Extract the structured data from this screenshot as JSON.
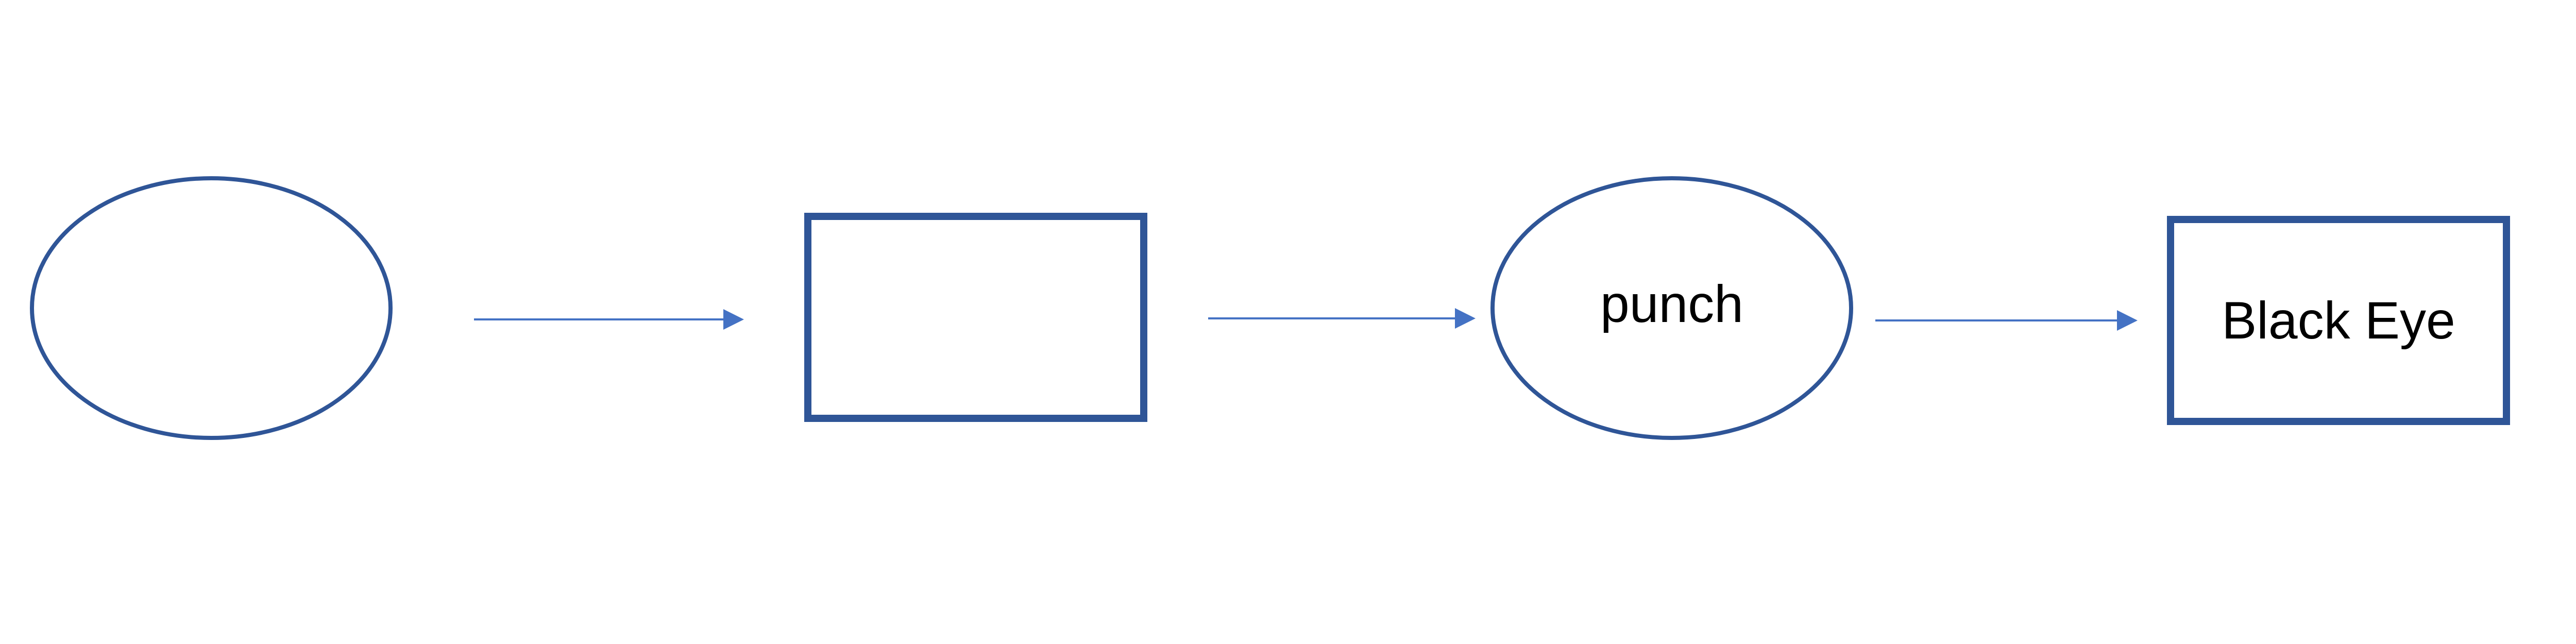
{
  "diagram": {
    "nodes": [
      {
        "id": "node-1",
        "shape": "ellipse",
        "label": ""
      },
      {
        "id": "node-2",
        "shape": "rectangle",
        "label": ""
      },
      {
        "id": "node-3",
        "shape": "ellipse",
        "label": "punch"
      },
      {
        "id": "node-4",
        "shape": "rectangle",
        "label": "Black Eye"
      }
    ],
    "edges": [
      {
        "from": "node-1",
        "to": "node-2"
      },
      {
        "from": "node-2",
        "to": "node-3"
      },
      {
        "from": "node-3",
        "to": "node-4"
      }
    ]
  },
  "colors": {
    "shape_stroke": "#2F5597",
    "arrow": "#4472C4",
    "background": "#FFFFFF",
    "text": "#000000"
  }
}
